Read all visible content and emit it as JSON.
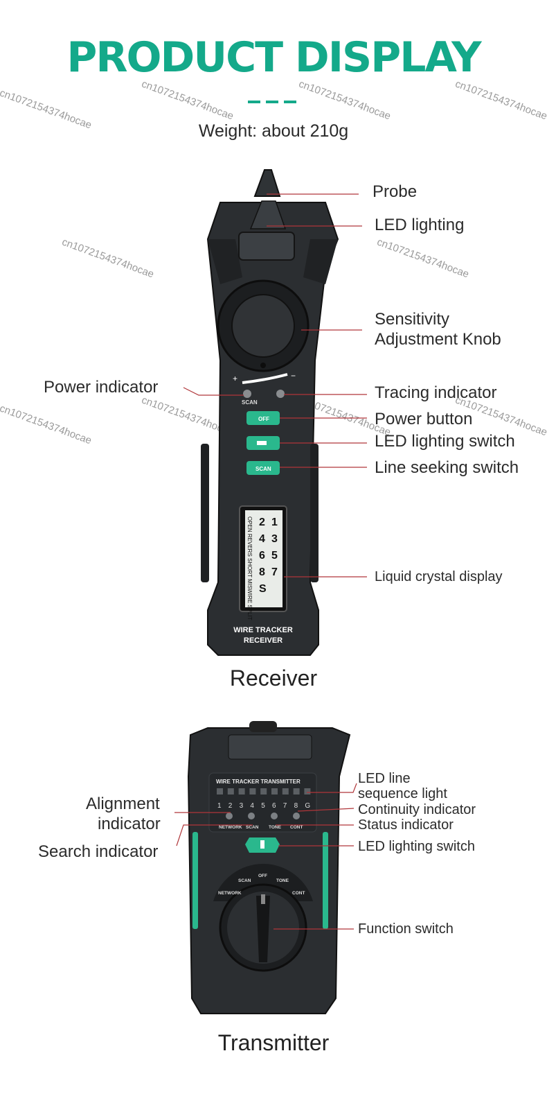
{
  "header": {
    "title": "PRODUCT DISPLAY",
    "weight": "Weight: about 210g"
  },
  "watermark": "cn1072154374hocae",
  "receiver": {
    "caption": "Receiver",
    "labels": {
      "probe": "Probe",
      "led_lighting": "LED lighting",
      "knob_line1": "Sensitivity",
      "knob_line2": "Adjustment Knob",
      "power_indicator": "Power indicator",
      "tracing_indicator": "Tracing indicator",
      "power_button": "Power button",
      "led_switch": "LED lighting switch",
      "line_seeking": "Line seeking switch",
      "lcd": "Liquid crystal display"
    },
    "device": {
      "scan_label": "SCAN",
      "off_button": "OFF",
      "scan_button": "SCAN",
      "brand_line1": "WIRE TRACKER",
      "brand_line2": "RECEIVER",
      "lcd_digits": [
        "1",
        "3",
        "5",
        "7",
        "2",
        "4",
        "6",
        "8",
        "S"
      ],
      "lcd_words": "OPEN REVERS SHORT MISWIRE SPLIT"
    }
  },
  "transmitter": {
    "caption": "Transmitter",
    "labels": {
      "led_line_1": "LED line",
      "led_line_2": "sequence light",
      "alignment_1": "Alignment",
      "alignment_2": "indicator",
      "continuity": "Continuity indicator",
      "status": "Status indicator",
      "search": "Search indicator",
      "led_switch": "LED lighting switch",
      "function_switch": "Function switch"
    },
    "device": {
      "panel_title": "WIRE TRACKER   TRANSMITTER",
      "leds": [
        "1",
        "2",
        "3",
        "4",
        "5",
        "6",
        "7",
        "8",
        "G"
      ],
      "ind_network": "NETWORK",
      "ind_scan": "SCAN",
      "ind_tone": "TONE",
      "ind_cont": "CONT",
      "dial_network": "NETWORK",
      "dial_scan": "SCAN",
      "dial_off": "OFF",
      "dial_tone": "TONE",
      "dial_cont": "CONT"
    }
  },
  "colors": {
    "accent": "#14a98a",
    "leader": "#b0363a",
    "device_body": "#2b2e31",
    "button_green": "#2ab88d"
  }
}
